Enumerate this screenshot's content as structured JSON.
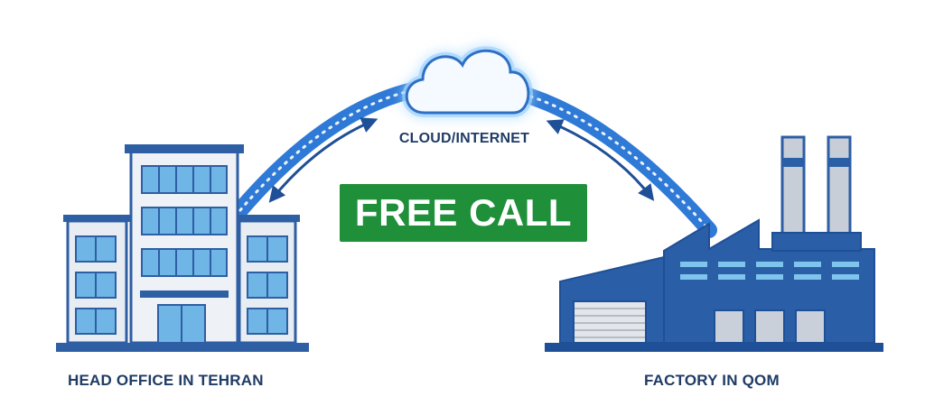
{
  "cloud_label": "CLOUD/INTERNET",
  "banner_text": "FREE CALL",
  "office_label": "HEAD OFFICE IN TEHRAN",
  "factory_label": "FACTORY IN QOM",
  "colors": {
    "arc": "#2f7ad6",
    "label": "#1f3b66",
    "banner": "#1f8f3a",
    "factory": "#2a5fa8",
    "building_frame": "#2e5ea3",
    "window": "#6fb6e6",
    "cloud_glow": "#9fd3ff"
  },
  "icons": [
    "cloud-icon",
    "office-building-icon",
    "factory-icon",
    "bidirectional-arrow-icon"
  ]
}
